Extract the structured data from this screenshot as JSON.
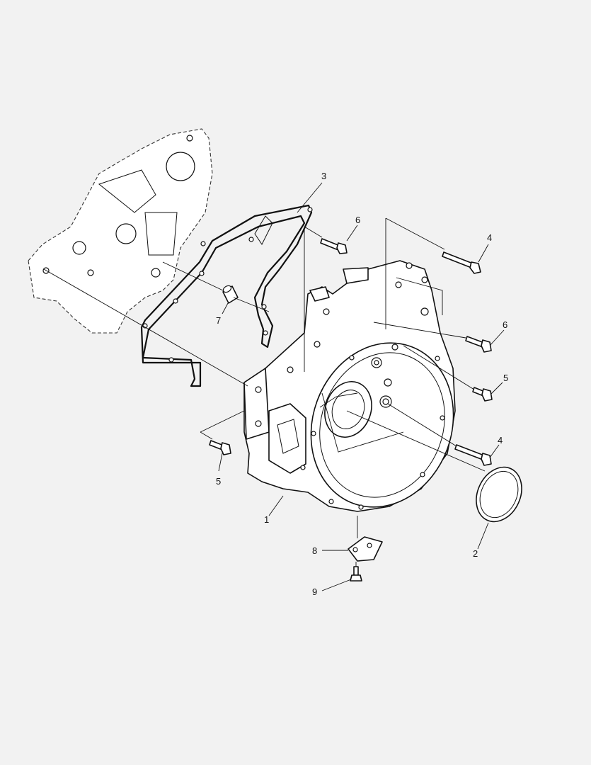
{
  "callouts": {
    "c1": "1",
    "c2": "2",
    "c3": "3",
    "c4a": "4",
    "c4b": "4",
    "c5a": "5",
    "c5b": "5",
    "c6a": "6",
    "c6b": "6",
    "c7": "7",
    "c8": "8",
    "c9": "9"
  }
}
